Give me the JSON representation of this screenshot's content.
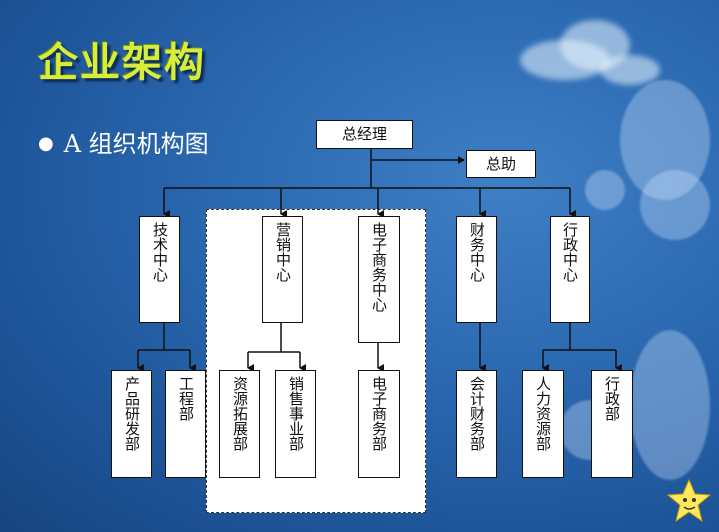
{
  "slide": {
    "title": "企业架构",
    "subtitle": "A 组织机构图"
  },
  "org_chart": {
    "root": "总经理",
    "assistant": "总助",
    "centers": [
      {
        "label": "技术中心",
        "departments": [
          "产品研发部",
          "工程部"
        ]
      },
      {
        "label": "营销中心",
        "departments": [
          "资源拓展部",
          "销售事业部"
        ]
      },
      {
        "label": "电子商务中心",
        "departments": [
          "电子商务部"
        ]
      },
      {
        "label": "财务中心",
        "departments": [
          "会计财务部"
        ]
      },
      {
        "label": "行政中心",
        "departments": [
          "人力资源部",
          "行政部"
        ]
      }
    ]
  },
  "colors": {
    "title": "#d8ec3a",
    "background": "#2a68b0",
    "box_fill": "#ffffff",
    "line": "#111111"
  }
}
